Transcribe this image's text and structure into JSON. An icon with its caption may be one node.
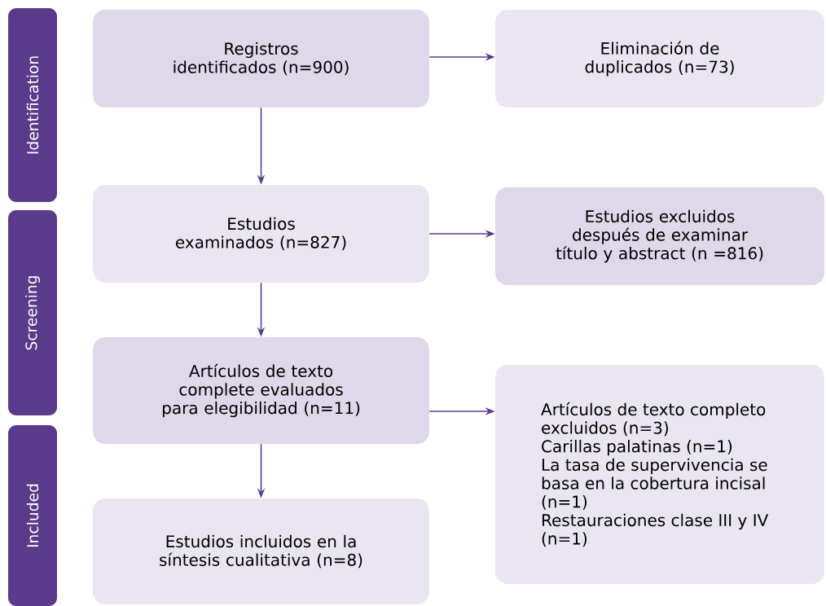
{
  "diagram": {
    "nodes": [
      {
        "text": [
          "Identification"
        ]
      },
      {
        "text": [
          "Screening"
        ]
      },
      {
        "text": [
          "Included"
        ]
      },
      {
        "text": [
          "Registros identificados (n=900)"
        ]
      },
      {
        "text": [
          "Eliminación de duplicados (n=73)"
        ]
      },
      {
        "text": [
          "Estudios examinados (n=827)"
        ]
      },
      {
        "text": [
          "Estudios excluidos después de examinar título y abstract (n =816)"
        ]
      },
      {
        "text": [
          "Artículos de texto complete evaluados para elegibilidad (n=11)"
        ]
      },
      {
        "text": [
          "Artículos de texto completo excluidos (n=3)",
          "Carillas palatinas (n=1)",
          "La tasa de supervivencia se basa en la cobertura incisal (n=1)",
          "Restauraciones clase III y IV (n=1)"
        ]
      },
      {
        "text": [
          "Estudios incluidos en la síntesis cualitativa (n=8)"
        ]
      }
    ],
    "edges": [
      {
        "from": 3,
        "to": 4,
        "arrow": "to"
      },
      {
        "from": 3,
        "to": 5,
        "arrow": "to"
      },
      {
        "from": 5,
        "to": 6,
        "arrow": "to"
      },
      {
        "from": 5,
        "to": 7,
        "arrow": "to"
      },
      {
        "from": 7,
        "to": 8,
        "arrow": "to"
      },
      {
        "from": 7,
        "to": 9,
        "arrow": "to"
      }
    ]
  }
}
